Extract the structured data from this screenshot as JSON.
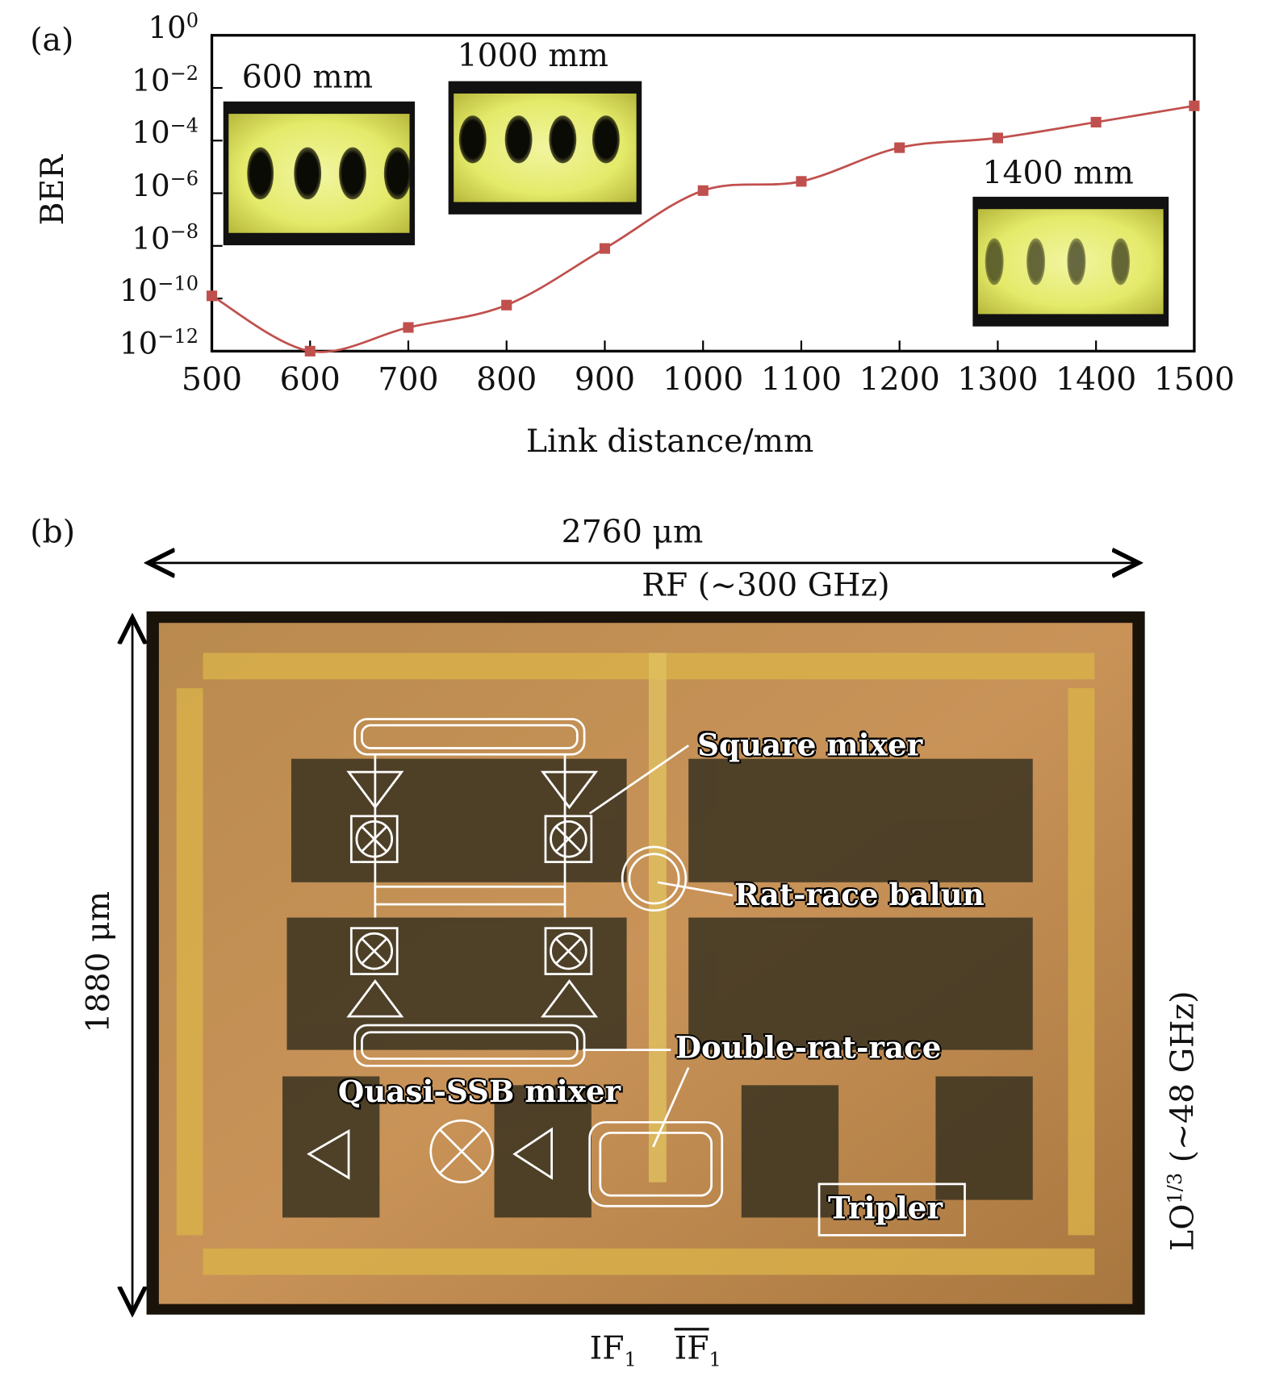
{
  "panel_a_label": "(a)",
  "panel_b_label": "(b)",
  "chart_data": {
    "type": "line",
    "title": "",
    "xlabel": "Link distance/mm",
    "ylabel": "BER",
    "yscale": "log",
    "x": [
      500,
      600,
      700,
      800,
      900,
      1000,
      1100,
      1200,
      1300,
      1400,
      1500
    ],
    "series": [
      {
        "name": "BER",
        "log10_values": [
          -9.9,
          -12.0,
          -11.1,
          -10.25,
          -8.1,
          -5.9,
          -5.55,
          -4.27,
          -3.9,
          -3.3,
          -2.68
        ],
        "color": "#c0504d"
      }
    ],
    "xlim": [
      500,
      1500
    ],
    "ylim_log10": [
      -12,
      0
    ],
    "xticks": [
      "500",
      "600",
      "700",
      "800",
      "900",
      "1000",
      "1100",
      "1200",
      "1300",
      "1400",
      "1500"
    ],
    "yticks": [
      {
        "base": "10",
        "exp": "0"
      },
      {
        "base": "10",
        "exp": "−2"
      },
      {
        "base": "10",
        "exp": "−4"
      },
      {
        "base": "10",
        "exp": "−6"
      },
      {
        "base": "10",
        "exp": "−8"
      },
      {
        "base": "10",
        "exp": "−10"
      },
      {
        "base": "10",
        "exp": "−12"
      }
    ],
    "insets": [
      "600 mm",
      "1000 mm",
      "1400 mm"
    ],
    "grid": false
  },
  "chip": {
    "width_label": "2760 μm",
    "rf_label": "RF (∼300 GHz)",
    "height_label": "1880 μm",
    "lo_label_base": "LO",
    "lo_label_exp": "1/3",
    "lo_label_rest": " (∼48 GHz)",
    "if1": "IF",
    "if1_sub": "1",
    "if1bar": "IF",
    "if1bar_sub": "1",
    "annotations": [
      "Square mixer",
      "Rat-race balun",
      "Double-rat-race",
      "Quasi-SSB mixer",
      "Tripler"
    ]
  }
}
